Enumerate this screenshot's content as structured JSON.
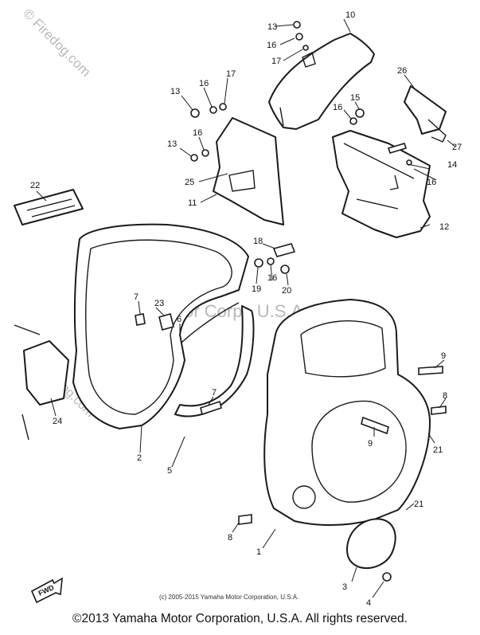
{
  "watermarks": {
    "top_left": "© Firedog.com",
    "center_right": "© Firedog.com",
    "left_faint": "© Firedog.com",
    "company": "Yamaha Motor Corp., U.S.A."
  },
  "small_copyright": "(c) 2005-2015 Yamaha Motor Corporation, U.S.A.",
  "fwd_label": "FWD",
  "footer": "©2013 Yamaha Motor Corporation, U.S.A. All rights reserved.",
  "callouts": {
    "n1": "1",
    "n2": "2",
    "n3": "3",
    "n4": "4",
    "n5": "5",
    "n6": "6",
    "n7a": "7",
    "n7b": "7",
    "n8a": "8",
    "n8b": "8",
    "n9a": "9",
    "n9b": "9",
    "n10": "10",
    "n11": "11",
    "n12": "12",
    "n13a": "13",
    "n13b": "13",
    "n13c": "13",
    "n14": "14",
    "n15": "15",
    "n16a": "16",
    "n16b": "16",
    "n16c": "16",
    "n16d": "16",
    "n16e": "16",
    "n16f": "16",
    "n17a": "17",
    "n17b": "17",
    "n18": "18",
    "n19": "19",
    "n20": "20",
    "n21a": "21",
    "n21b": "21",
    "n22": "22",
    "n23": "23",
    "n24": "24",
    "n25": "25",
    "n26": "26",
    "n27": "27"
  },
  "colors": {
    "line": "#1a1a1a",
    "watermark": "#b9b9b9",
    "background": "#ffffff"
  }
}
